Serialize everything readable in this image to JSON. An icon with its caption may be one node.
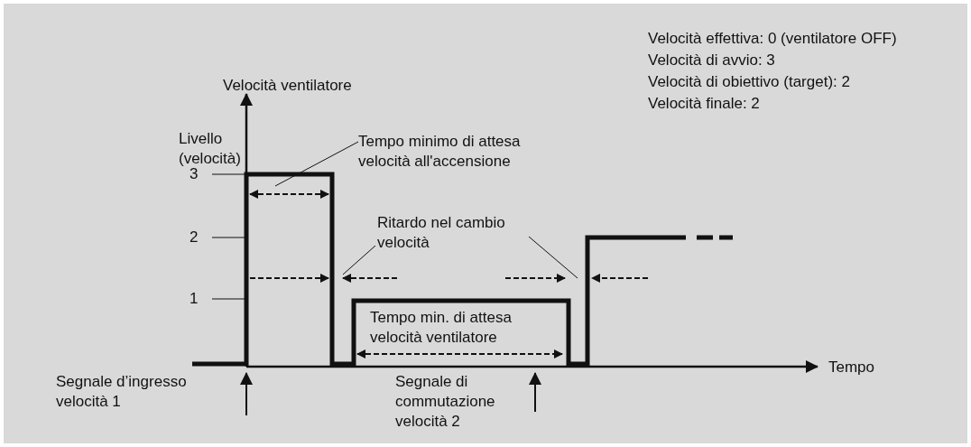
{
  "diagram": {
    "nodes": [
      {
        "text": [
          "Tempo minimo di attesa velocità all'accensione"
        ]
      },
      {
        "text": [
          "Ritardo nel cambio velocità"
        ]
      }
    ],
    "edges": [
      {
        "from": 0,
        "to": null,
        "arrow": "none"
      },
      {
        "from": 1,
        "to": null,
        "arrow": "none"
      },
      {
        "from": 1,
        "to": null,
        "arrow": "none"
      }
    ],
    "labels": [
      "Velocità ventilatore",
      "Velocità effettiva: 0 (ventilatore OFF)",
      "Velocità di avvio: 3",
      "Velocità di obiettivo (target): 2",
      "Velocità finale: 2",
      "Livello (velocità)",
      "3",
      "2",
      "1",
      "Tempo min. di attesa velocità ventilatore",
      "Segnale d’ingresso velocità 1",
      "Segnale di commutazione velocità 2",
      "Tempo"
    ]
  }
}
